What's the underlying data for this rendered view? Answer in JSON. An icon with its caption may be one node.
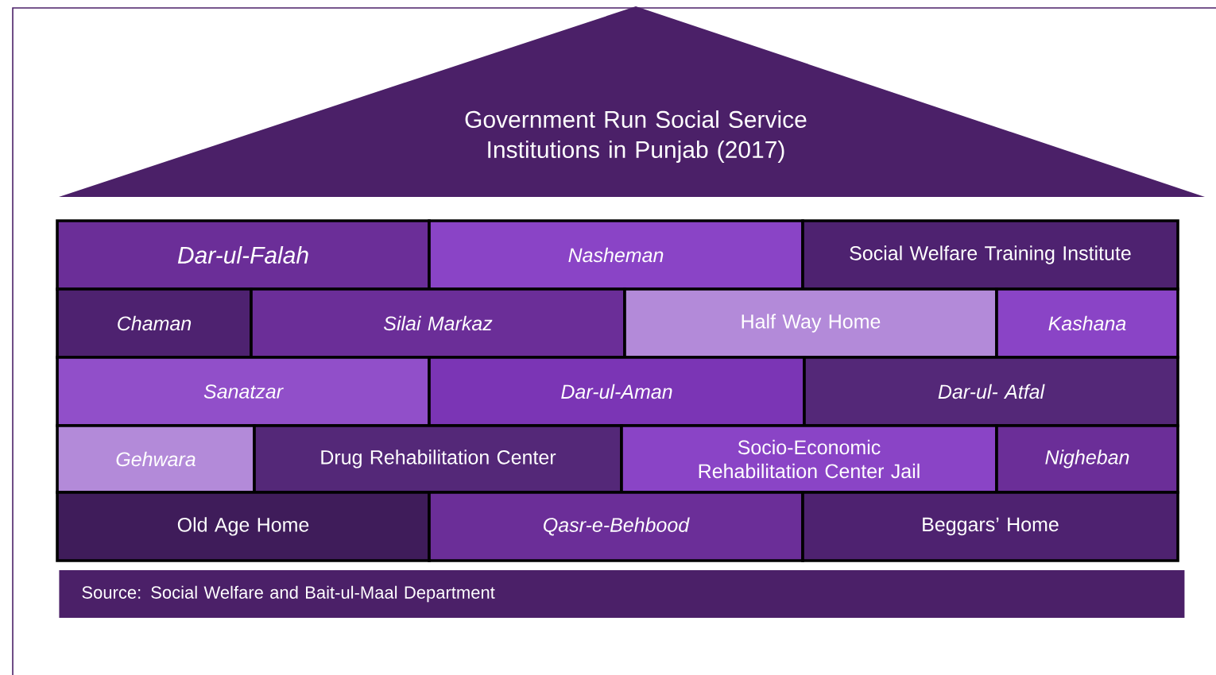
{
  "diagram": {
    "nodes": [
      {
        "text": [
          "Government Run Social Service Institutions in Punjab (2017)"
        ]
      },
      {
        "text": [
          "Dar-ul-Falah"
        ]
      },
      {
        "text": [
          "Nasheman"
        ]
      },
      {
        "text": [
          "Social Welfare Training Institute"
        ]
      },
      {
        "text": [
          "Chaman"
        ]
      },
      {
        "text": [
          "Silai Markaz"
        ]
      },
      {
        "text": [
          "Half Way Home"
        ]
      },
      {
        "text": [
          "Kashana"
        ]
      },
      {
        "text": [
          "Sanatzar"
        ]
      },
      {
        "text": [
          "Dar-ul-Aman"
        ]
      },
      {
        "text": [
          "Dar-ul- Atfal"
        ]
      },
      {
        "text": [
          "Gehwara"
        ]
      },
      {
        "text": [
          "Drug Rehabilitation Center"
        ]
      },
      {
        "text": [
          "Socio-Economic Rehabilitation Center Jail"
        ]
      },
      {
        "text": [
          "Nigheban"
        ]
      },
      {
        "text": [
          "Old Age Home"
        ]
      },
      {
        "text": [
          "Qasr-e-Behbood"
        ]
      },
      {
        "text": [
          "Beggars’ Home"
        ]
      },
      {
        "text": [
          "Source: Social Welfare and Bait-ul-Maal Department"
        ]
      }
    ]
  }
}
